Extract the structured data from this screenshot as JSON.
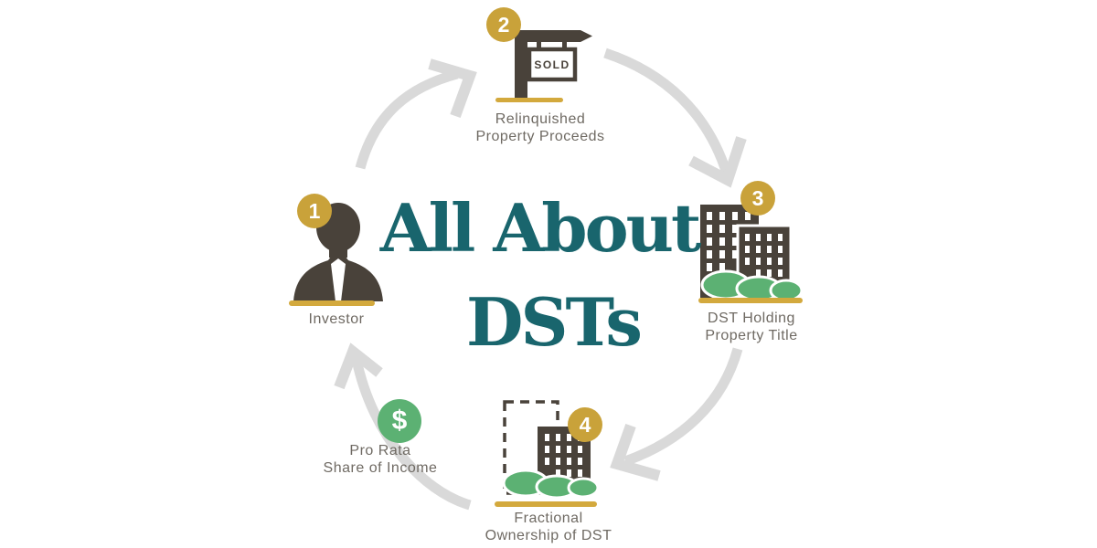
{
  "title": {
    "line1": "All About",
    "line2": "DSTs"
  },
  "steps": [
    {
      "number": "1",
      "label_lines": [
        "Investor"
      ]
    },
    {
      "number": "2",
      "label_lines": [
        "Relinquished",
        "Property Proceeds"
      ],
      "sign_text": "SOLD"
    },
    {
      "number": "3",
      "label_lines": [
        "DST Holding",
        "Property Title"
      ]
    },
    {
      "number": "4",
      "label_lines": [
        "Fractional",
        "Ownership of DST"
      ]
    }
  ],
  "income": {
    "symbol": "$",
    "label_lines": [
      "Pro Rata",
      "Share of Income"
    ]
  },
  "colors": {
    "gold": "#c9a23a",
    "icon_dark": "#49423a",
    "green": "#5cb173",
    "teal_title": "#19656d",
    "label_gray": "#6f6a63",
    "arrow_gray": "#d9d9d9",
    "background": "#ffffff"
  }
}
